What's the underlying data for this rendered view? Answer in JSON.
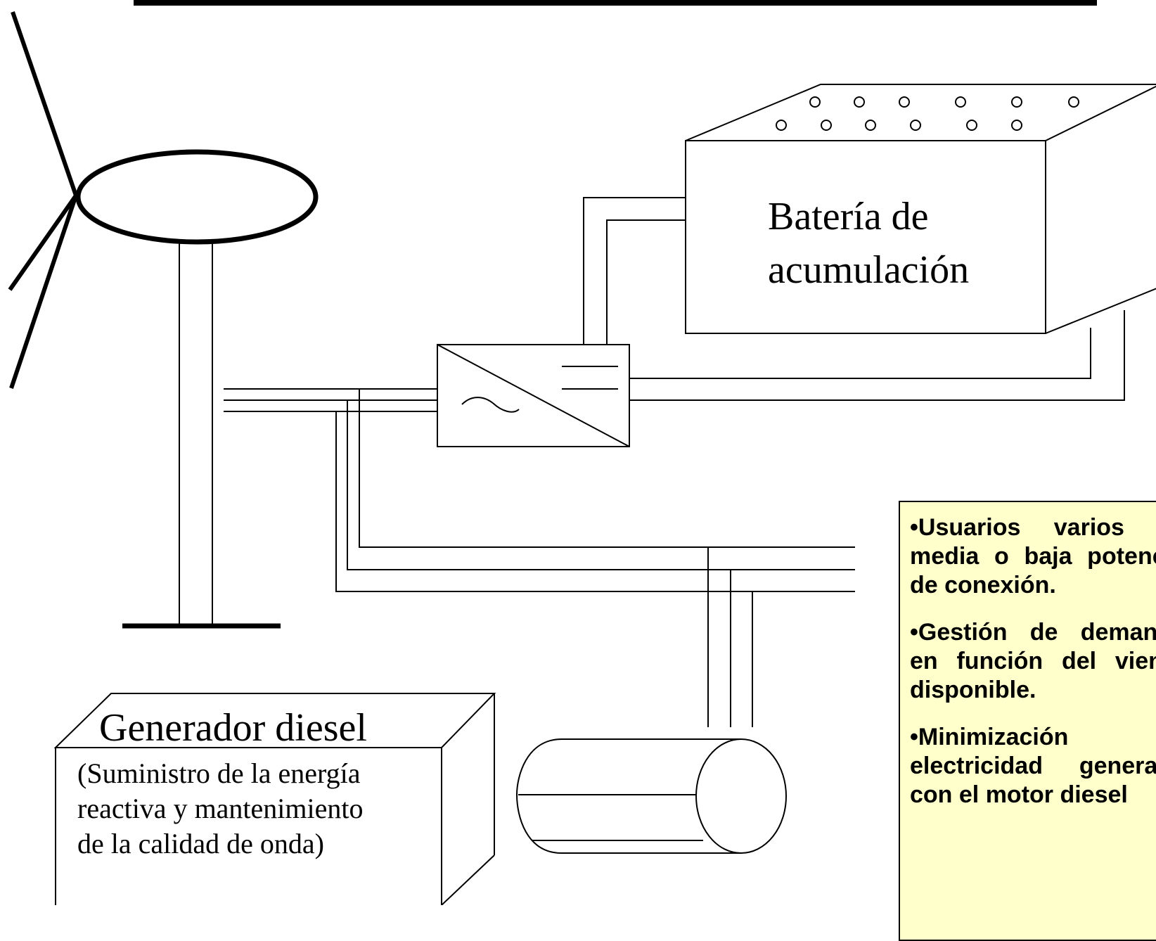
{
  "battery": {
    "label_line1": "Batería de",
    "label_line2": "acumulación"
  },
  "diesel_generator": {
    "title": "Generador diesel",
    "description_line1": "(Suministro de la energía",
    "description_line2": "reactiva y mantenimiento",
    "description_line3": "de la calidad de onda)"
  },
  "notes": {
    "items": [
      "•Usuarios varios de media o baja potencia de conexión.",
      "•Gestión de demanda en función del viento disponible.",
      "•Minimización de electricidad generada con el motor diesel"
    ]
  },
  "colors": {
    "line": "#000000",
    "note_background": "#ffffcc",
    "note_shadow": "#8c8c8c"
  }
}
